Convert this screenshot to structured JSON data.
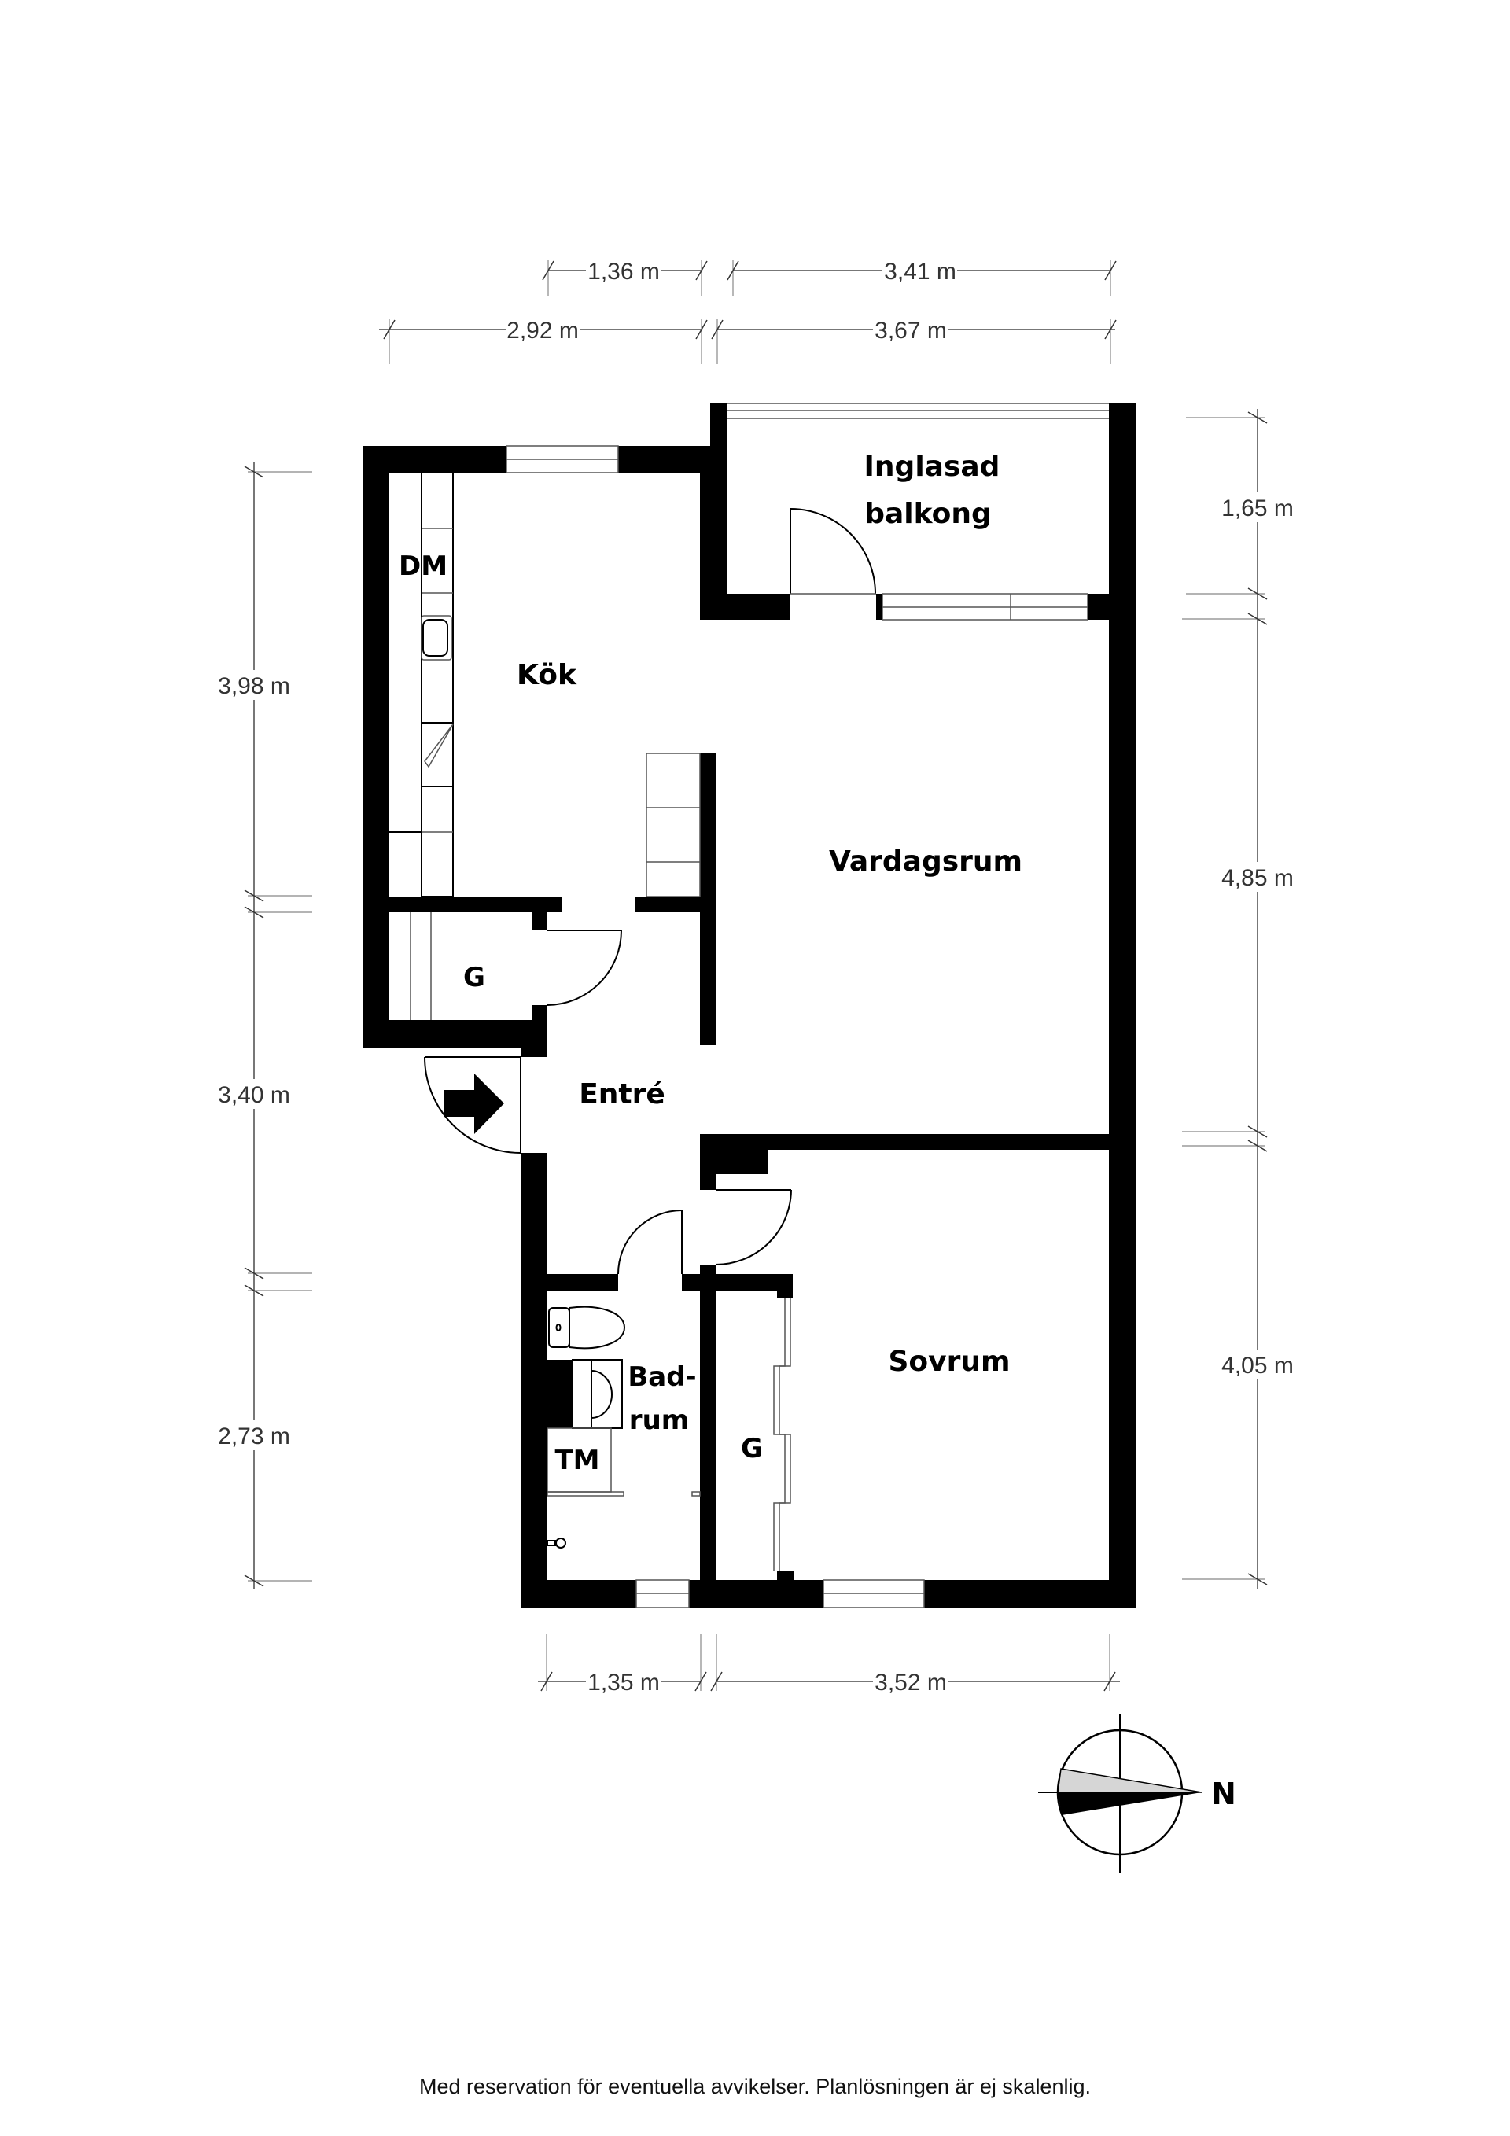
{
  "rooms": {
    "kitchen": "Kök",
    "dishwasher": "DM",
    "balcony_line1": "Inglasad",
    "balcony_line2": "balkong",
    "living_room": "Vardagsrum",
    "closet_entry": "G",
    "entry": "Entré",
    "bathroom_line1": "Bad-",
    "bathroom_line2": "rum",
    "washing_machine": "TM",
    "closet_bedroom": "G",
    "bedroom": "Sovrum"
  },
  "dimensions": {
    "top_row1": [
      "1,36 m",
      "3,41 m"
    ],
    "top_row2": [
      "2,92 m",
      "3,67 m"
    ],
    "left": [
      "3,98 m",
      "3,40 m",
      "2,73 m"
    ],
    "right": [
      "1,65 m",
      "4,85 m",
      "4,05 m"
    ],
    "bottom": [
      "1,35 m",
      "3,52 m"
    ]
  },
  "compass": {
    "label": "N",
    "icon": "compass-north-arrow-icon"
  },
  "entry_arrow": {
    "icon": "entrance-arrow-icon"
  },
  "footer": {
    "disclaimer": "Med reservation för eventuella avvikelser. Planlösningen är ej skalenlig."
  },
  "colors": {
    "wall": "#000000",
    "background": "#ffffff",
    "dimension": "#777777"
  }
}
